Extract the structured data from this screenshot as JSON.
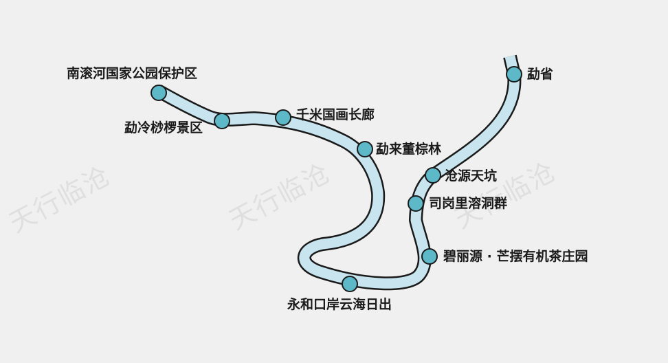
{
  "map": {
    "watermarks": [
      "天行临沧",
      "天行临沧",
      "天行临沧"
    ],
    "colors": {
      "route_fill": "#c7e4ef",
      "route_outline": "#1a1a1a",
      "marker_fill": "#5db8c8",
      "background": "#f0f0f0"
    },
    "stops": [
      {
        "id": "stop-nangun",
        "label": "南滚河国家公园保护区"
      },
      {
        "id": "stop-mengleng",
        "label": "勐冷桫椤景区"
      },
      {
        "id": "stop-qianmi",
        "label": "千米国画长廊"
      },
      {
        "id": "stop-menglai",
        "label": "勐来董棕林"
      },
      {
        "id": "stop-yonghe",
        "label": "永和口岸云海日出"
      },
      {
        "id": "stop-bili",
        "label": "碧丽源 · 芒摆有机茶庄园"
      },
      {
        "id": "stop-sigang",
        "label": "司岗里溶洞群"
      },
      {
        "id": "stop-cangyuan",
        "label": "沧源天坑"
      },
      {
        "id": "stop-mengsheng",
        "label": "勐省"
      }
    ]
  }
}
